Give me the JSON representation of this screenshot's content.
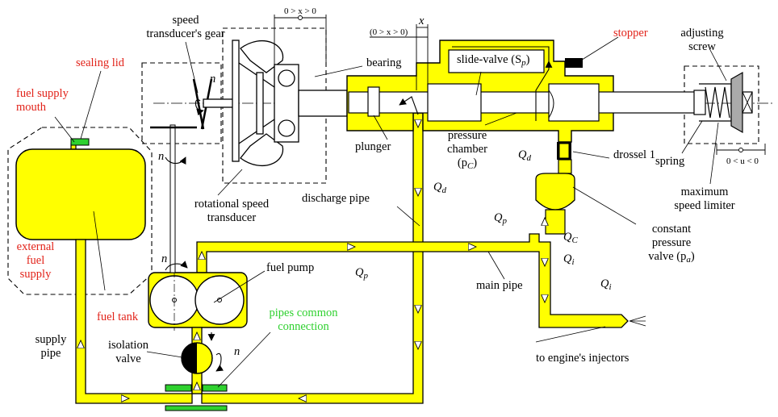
{
  "colors": {
    "fluid": "#ffff00",
    "outline": "#000000",
    "label_red": "#e2231a",
    "label_green": "#2fd12f",
    "connector_green": "#2fd12f"
  },
  "labels": {
    "speed_gear": [
      "speed",
      "transducer's gear"
    ],
    "sealing_lid": "sealing lid",
    "fuel_supply_mouth": [
      "fuel supply",
      "mouth"
    ],
    "bearing": "bearing",
    "slide_valve": "slide-valve (S",
    "slide_valve_sub": "p",
    "stopper": "stopper",
    "adjusting_screw": [
      "adjusting",
      "screw"
    ],
    "plunger": "plunger",
    "pressure_chamber": [
      "pressure",
      "chamber"
    ],
    "pressure_chamber_p": "(p",
    "pressure_chamber_sub": "C",
    "drossel": "drossel 1",
    "spring": "spring",
    "maximum_speed_limiter": [
      "maximum",
      "speed limiter"
    ],
    "rotational_speed_transducer": [
      "rotational speed",
      "transducer"
    ],
    "discharge_pipe": "discharge pipe",
    "external_fuel_supply": [
      "external",
      "fuel",
      "supply"
    ],
    "constant_pressure_valve": [
      "constant",
      "pressure",
      "valve (p"
    ],
    "constant_pressure_valve_sub": "a",
    "fuel_pump": "fuel pump",
    "main_pipe": "main pipe",
    "fuel_tank": "fuel tank",
    "supply_pipe": [
      "supply",
      "pipe"
    ],
    "pipes_common_connection": [
      "pipes common",
      "connection"
    ],
    "isolation_valve": [
      "isolation",
      "valve"
    ],
    "to_engines_injectors": "to engine's injectors"
  },
  "symbols": {
    "n": "n",
    "x": "x",
    "Q": "Q",
    "sub_d": "d",
    "sub_p": "p",
    "sub_C": "C",
    "sub_i": "i",
    "range_x_top": "0 > x > 0",
    "range_x_left": "(0 > x > 0)",
    "range_u": "0 < u < 0"
  }
}
